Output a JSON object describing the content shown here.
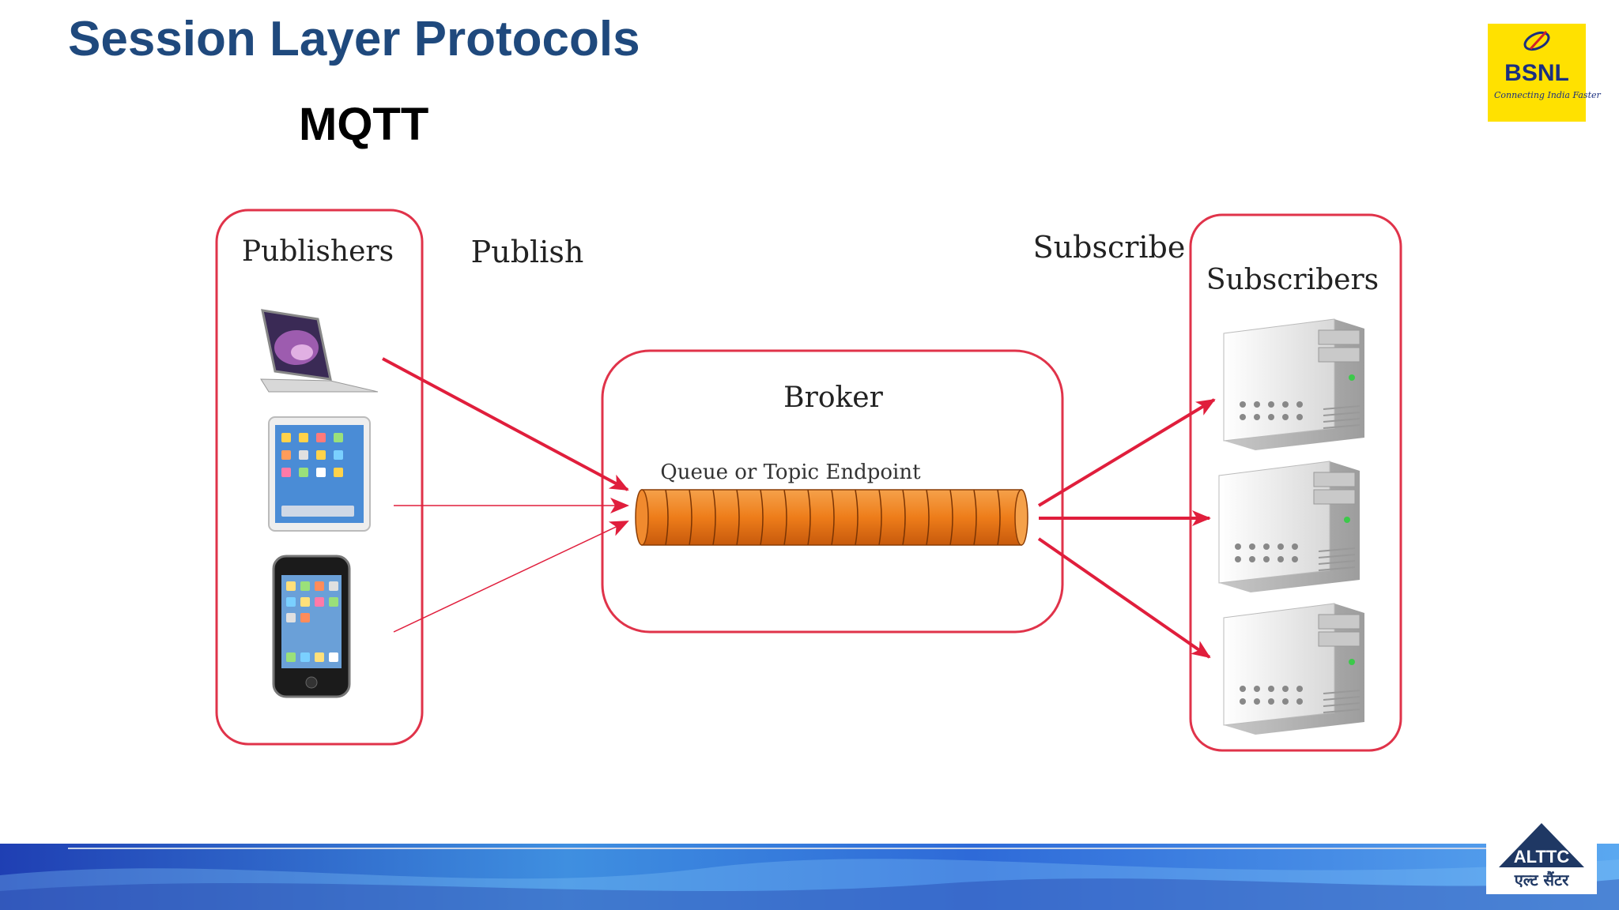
{
  "slide": {
    "title": "Session Layer Protocols",
    "subtitle": "MQTT"
  },
  "diagram": {
    "publishers_label": "Publishers",
    "publish_label": "Publish",
    "subscribe_label": "Subscribe",
    "subscribers_label": "Subscribers",
    "broker_label": "Broker",
    "queue_label": "Queue or Topic Endpoint",
    "publisher_devices": [
      "laptop-icon",
      "tablet-icon",
      "smartphone-icon"
    ],
    "subscriber_devices": [
      "server-icon",
      "server-icon",
      "server-icon"
    ]
  },
  "logos": {
    "bsnl_text": "BSNL",
    "bsnl_tagline": "Connecting India Faster",
    "altc_text": "ALTTC",
    "altc_hindi": "एल्ट सैंटर"
  },
  "colors": {
    "title": "#1f497d",
    "box_border": "#e0334a",
    "arrow": "#e01e3c",
    "queue": "#f07a1a",
    "bsnl_bg": "#ffe100",
    "footer": "#2a5bd7"
  }
}
